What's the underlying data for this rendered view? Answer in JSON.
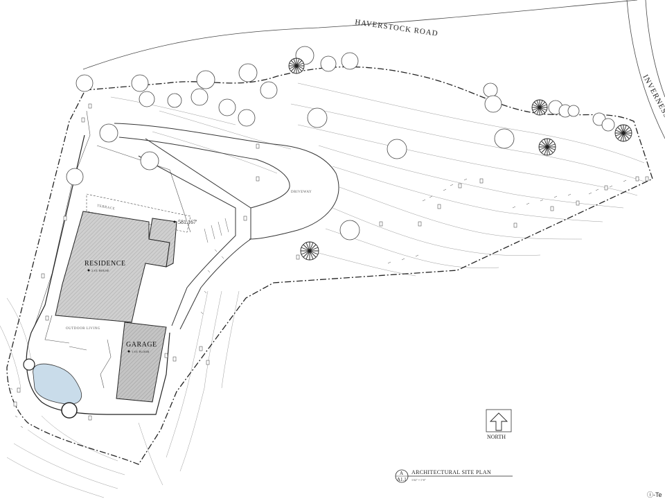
{
  "roads": {
    "haverstock": "HAVERSTOCK ROAD",
    "inverness": "INVERNESS D"
  },
  "buildings": {
    "residence": {
      "label": "RESIDENCE",
      "note": "2 ST. HOUSE"
    },
    "garage": {
      "label": "GARAGE",
      "note": "1 ST. FLOOR"
    },
    "elevation": "581.167'",
    "terrace": "TERRACE",
    "outdoor_living": "OUTDOOR LIVING",
    "driveway": "DRIVEWAY"
  },
  "north_arrow": {
    "label": "NORTH"
  },
  "title_block": {
    "sheet_letter": "A",
    "sheet_number": "A1.1",
    "title": "ARCHITECTURAL SITE PLAN",
    "scale": "1/32\" = 1'-0\""
  },
  "credit": "ⓘ-Te",
  "colors": {
    "line": "#1a1a1a",
    "contour": "#8a8a8a",
    "hatch_fill": "#c7c7c7",
    "pool_fill": "#c9dcea"
  }
}
